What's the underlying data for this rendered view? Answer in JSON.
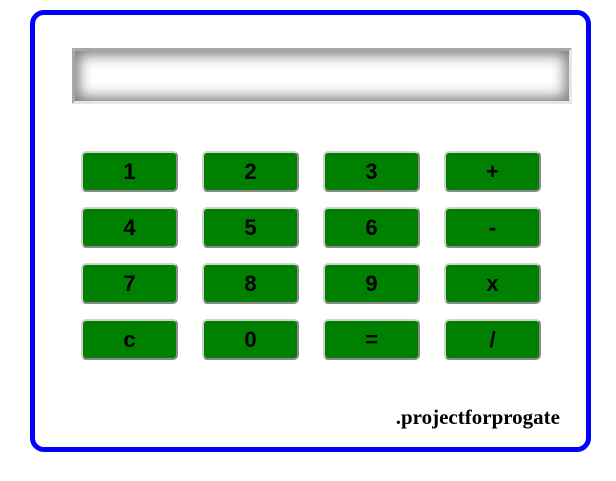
{
  "calculator": {
    "display_value": "",
    "keys": [
      "1",
      "2",
      "3",
      "+",
      "4",
      "5",
      "6",
      "-",
      "7",
      "8",
      "9",
      "x",
      "c",
      "0",
      "=",
      "/"
    ],
    "credit": ".projectforprogate"
  },
  "colors": {
    "frame_border": "#0000ff",
    "key_background": "#008000",
    "key_text": "#000000"
  }
}
